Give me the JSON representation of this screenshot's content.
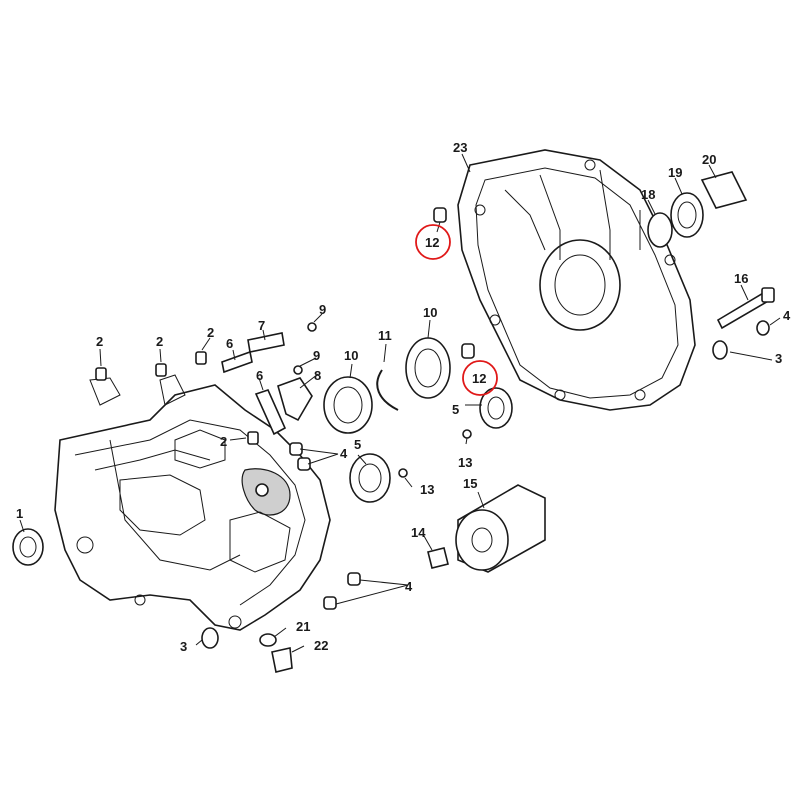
{
  "diagram": {
    "colors": {
      "line": "#1a1a1a",
      "highlight": "#e01818",
      "background": "#ffffff"
    },
    "labels": {
      "l1": "1",
      "l2a": "2",
      "l2b": "2",
      "l2c": "2",
      "l2d": "2",
      "l3a": "3",
      "l3b": "3",
      "l4a": "4",
      "l4b": "4",
      "l4c": "4",
      "l5a": "5",
      "l5b": "5",
      "l6a": "6",
      "l6b": "6",
      "l7": "7",
      "l8": "8",
      "l9a": "9",
      "l9b": "9",
      "l10a": "10",
      "l10b": "10",
      "l11": "11",
      "l12a": "12",
      "l12b": "12",
      "l13a": "13",
      "l13b": "13",
      "l14": "14",
      "l15": "15",
      "l16": "16",
      "l18": "18",
      "l19": "19",
      "l20": "20",
      "l21": "21",
      "l22": "22",
      "l23": "23"
    }
  }
}
